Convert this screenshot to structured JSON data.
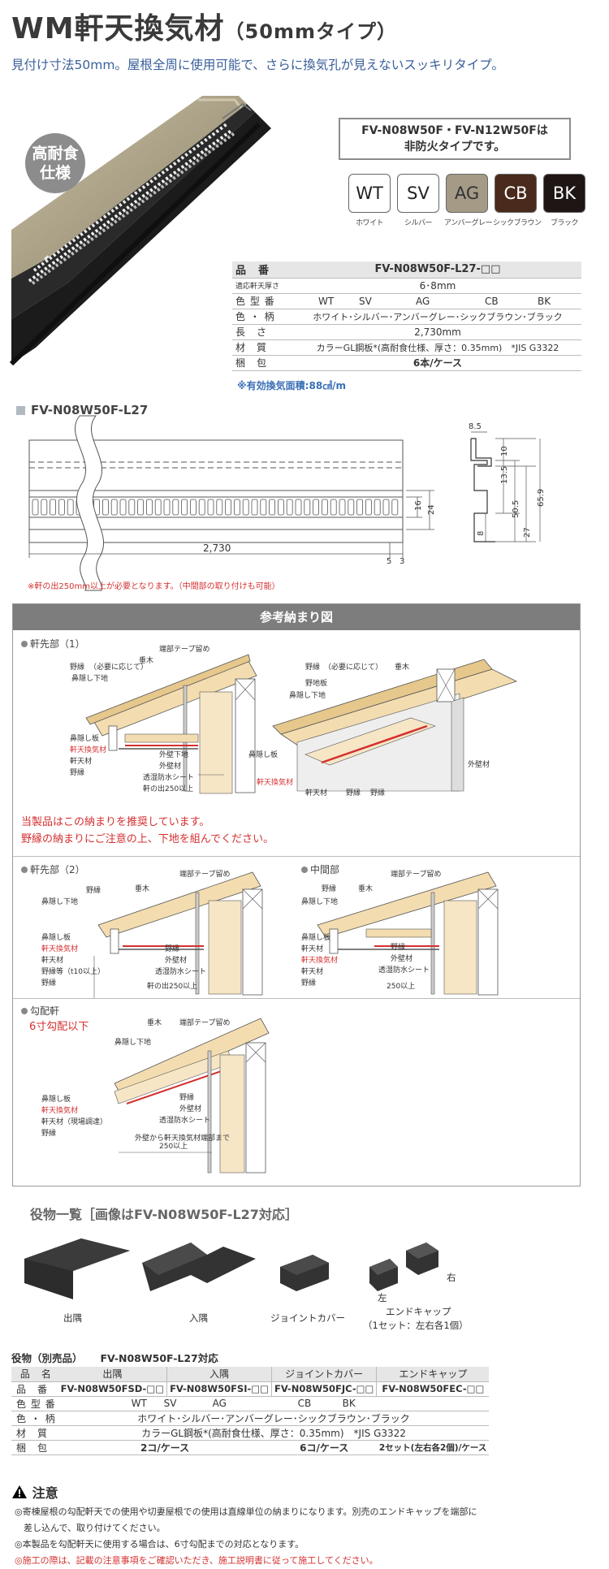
{
  "header": {
    "title": "WM軒天換気材",
    "title_sub": "（50mmタイプ）",
    "subtitle": "見付け寸法50mm。屋根全周に使用可能で、さらに換気孔が見えないスッキリタイプ。"
  },
  "badge": {
    "line1": "高耐食",
    "line2": "仕様"
  },
  "notice": {
    "line1": "FV-N08W50F・FV-N12W50Fは",
    "line2": "非防火タイプです。"
  },
  "swatches": [
    {
      "code": "WT",
      "name": "ホワイト",
      "bg": "#ffffff",
      "fg": "#222222"
    },
    {
      "code": "SV",
      "name": "シルバー",
      "bg": "#ffffff",
      "fg": "#222222"
    },
    {
      "code": "AG",
      "name": "アンバーグレー",
      "bg": "#a49a86",
      "fg": "#333333"
    },
    {
      "code": "CB",
      "name": "シックブラウン",
      "bg": "#4a2a1c",
      "fg": "#ffffff"
    },
    {
      "code": "BK",
      "name": "ブラック",
      "bg": "#1e1614",
      "fg": "#ffffff"
    }
  ],
  "spec": {
    "header_label": "品　番",
    "header_value": "FV-N08W50F-L27-□□",
    "rows": [
      {
        "label": "適応軒天厚さ",
        "value": "6･8mm"
      },
      {
        "label": "色 型 番",
        "codes": [
          "WT",
          "SV",
          "AG",
          "CB",
          "BK"
        ]
      },
      {
        "label": "色 ・ 柄",
        "value": "ホワイト･シルバー･アンバーグレー･シックブラウン･ブラック"
      },
      {
        "label": "長　さ",
        "value": "2,730mm"
      },
      {
        "label": "材　質",
        "value": "カラーGL鋼板*(高耐食仕様、厚さ：0.35mm)　*JIS G3322"
      },
      {
        "label": "梱　包",
        "value": "6本/ケース"
      }
    ],
    "vent_area": "※有効換気面積:88㎠/m"
  },
  "diagram": {
    "title": "FV-N08W50F-L27",
    "dims": {
      "length": "2,730",
      "d16": "16",
      "d24": "24",
      "d5": "5",
      "d3": "3",
      "d85": "8.5",
      "d135": "13.5",
      "d10": "10",
      "d505": "50.5",
      "d659": "65.9",
      "d27": "27",
      "d8": "8"
    },
    "note": "※軒の出250mm以上が必要となります。（中間部の取り付けも可能）"
  },
  "reference": {
    "header": "参考納まり図",
    "sec1": "軒先部（1）",
    "sec2": "軒先部（2）",
    "sec3": "中間部",
    "sec4": "勾配軒",
    "red_note1": "当製品はこの納まりを推奨しています。",
    "red_note2": "野縁の納まりにご注意の上、下地を組んでください。",
    "red_slope": "6寸勾配以下",
    "labels": {
      "tape": "端部テープ留め",
      "rafter": "垂木",
      "noen": "野縁",
      "noen_note": "（必要に応じて）",
      "hanakakushi_shitaji": "鼻隠し下地",
      "hanakakushi_ita": "鼻隠し板",
      "product": "軒天換気材",
      "nokiten": "軒天材",
      "nokiten_genba": "軒天材（現場調達）",
      "noen_thick": "野縁等（t10以上）",
      "sotokabe_shitaji": "外壁下地",
      "sotokabe_zai": "外壁材",
      "noji": "野地板",
      "sheet": "透湿防水シート",
      "eave250": "軒の出250以上",
      "d250": "250以上",
      "eave_dist": "外壁から軒天換気材端部まで",
      "eave_dist2": "250以上"
    }
  },
  "accessories": {
    "title": "役物一覧［画像はFV-N08W50F-L27対応］",
    "items": [
      {
        "name": "出隅"
      },
      {
        "name": "入隅"
      },
      {
        "name": "ジョイントカバー"
      },
      {
        "name": "エンドキャップ",
        "note": "（1セット：左右各1個）",
        "left": "左",
        "right": "右"
      }
    ]
  },
  "options": {
    "title": "役物（別売品）",
    "subtitle": "FV-N08W50F-L27対応",
    "col_label": "品　名",
    "columns": [
      "出隅",
      "入隅",
      "ジョイントカバー",
      "エンドキャップ"
    ],
    "part_label": "品　番",
    "parts": [
      "FV-N08W50FSD-□□",
      "FV-N08W50FSI-□□",
      "FV-N08W50FJC-□□",
      "FV-N08W50FEC-□□"
    ],
    "rows": [
      {
        "label": "色 型 番",
        "codes": [
          "WT",
          "SV",
          "AG",
          "CB",
          "BK"
        ]
      },
      {
        "label": "色 ・ 柄",
        "value": "ホワイト･シルバー･アンバーグレー･シックブラウン･ブラック"
      },
      {
        "label": "材　質",
        "value": "カラーGL鋼板*(高耐食仕様、厚さ：0.35mm)　*JIS G3322"
      }
    ],
    "pack_label": "梱　包",
    "pack": [
      "2コ/ケース",
      "6コ/ケース",
      "2セット(左右各2個)/ケース"
    ]
  },
  "caution": {
    "title": "注意",
    "lines": [
      {
        "text": "◎寄棟屋根の勾配軒天での使用や切妻屋根での使用は直線単位の納まりになります。別売のエンドキャップを端部に",
        "red": false
      },
      {
        "text": "　差し込んで、取り付けてください。",
        "red": false
      },
      {
        "text": "◎本製品を勾配軒天に使用する場合は、6寸勾配までの対応となります。",
        "red": false
      },
      {
        "text": "◎施工の際は、記載の注意事項をご確認いただき、施工説明書に従って施工してください。",
        "red": true
      }
    ]
  }
}
